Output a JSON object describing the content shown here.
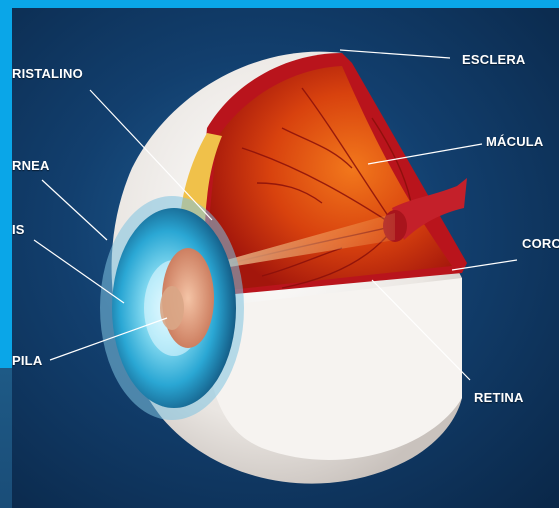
{
  "labels": {
    "cristalino": "RISTALINO",
    "cornea": "RNEA",
    "iris": "IS",
    "pupila": "PILA",
    "esclera": "ESCLERA",
    "macula": "MÁCULA",
    "coroides": "CORO",
    "retina": "RETINA"
  },
  "colors": {
    "frame": "#0aa6e8",
    "background": "#12406f",
    "sclera": "#f2f0ee",
    "choroid": "#b9141c",
    "retina": "#d9400f",
    "iris": "#28a9d6",
    "lens": "#e7a88a"
  }
}
